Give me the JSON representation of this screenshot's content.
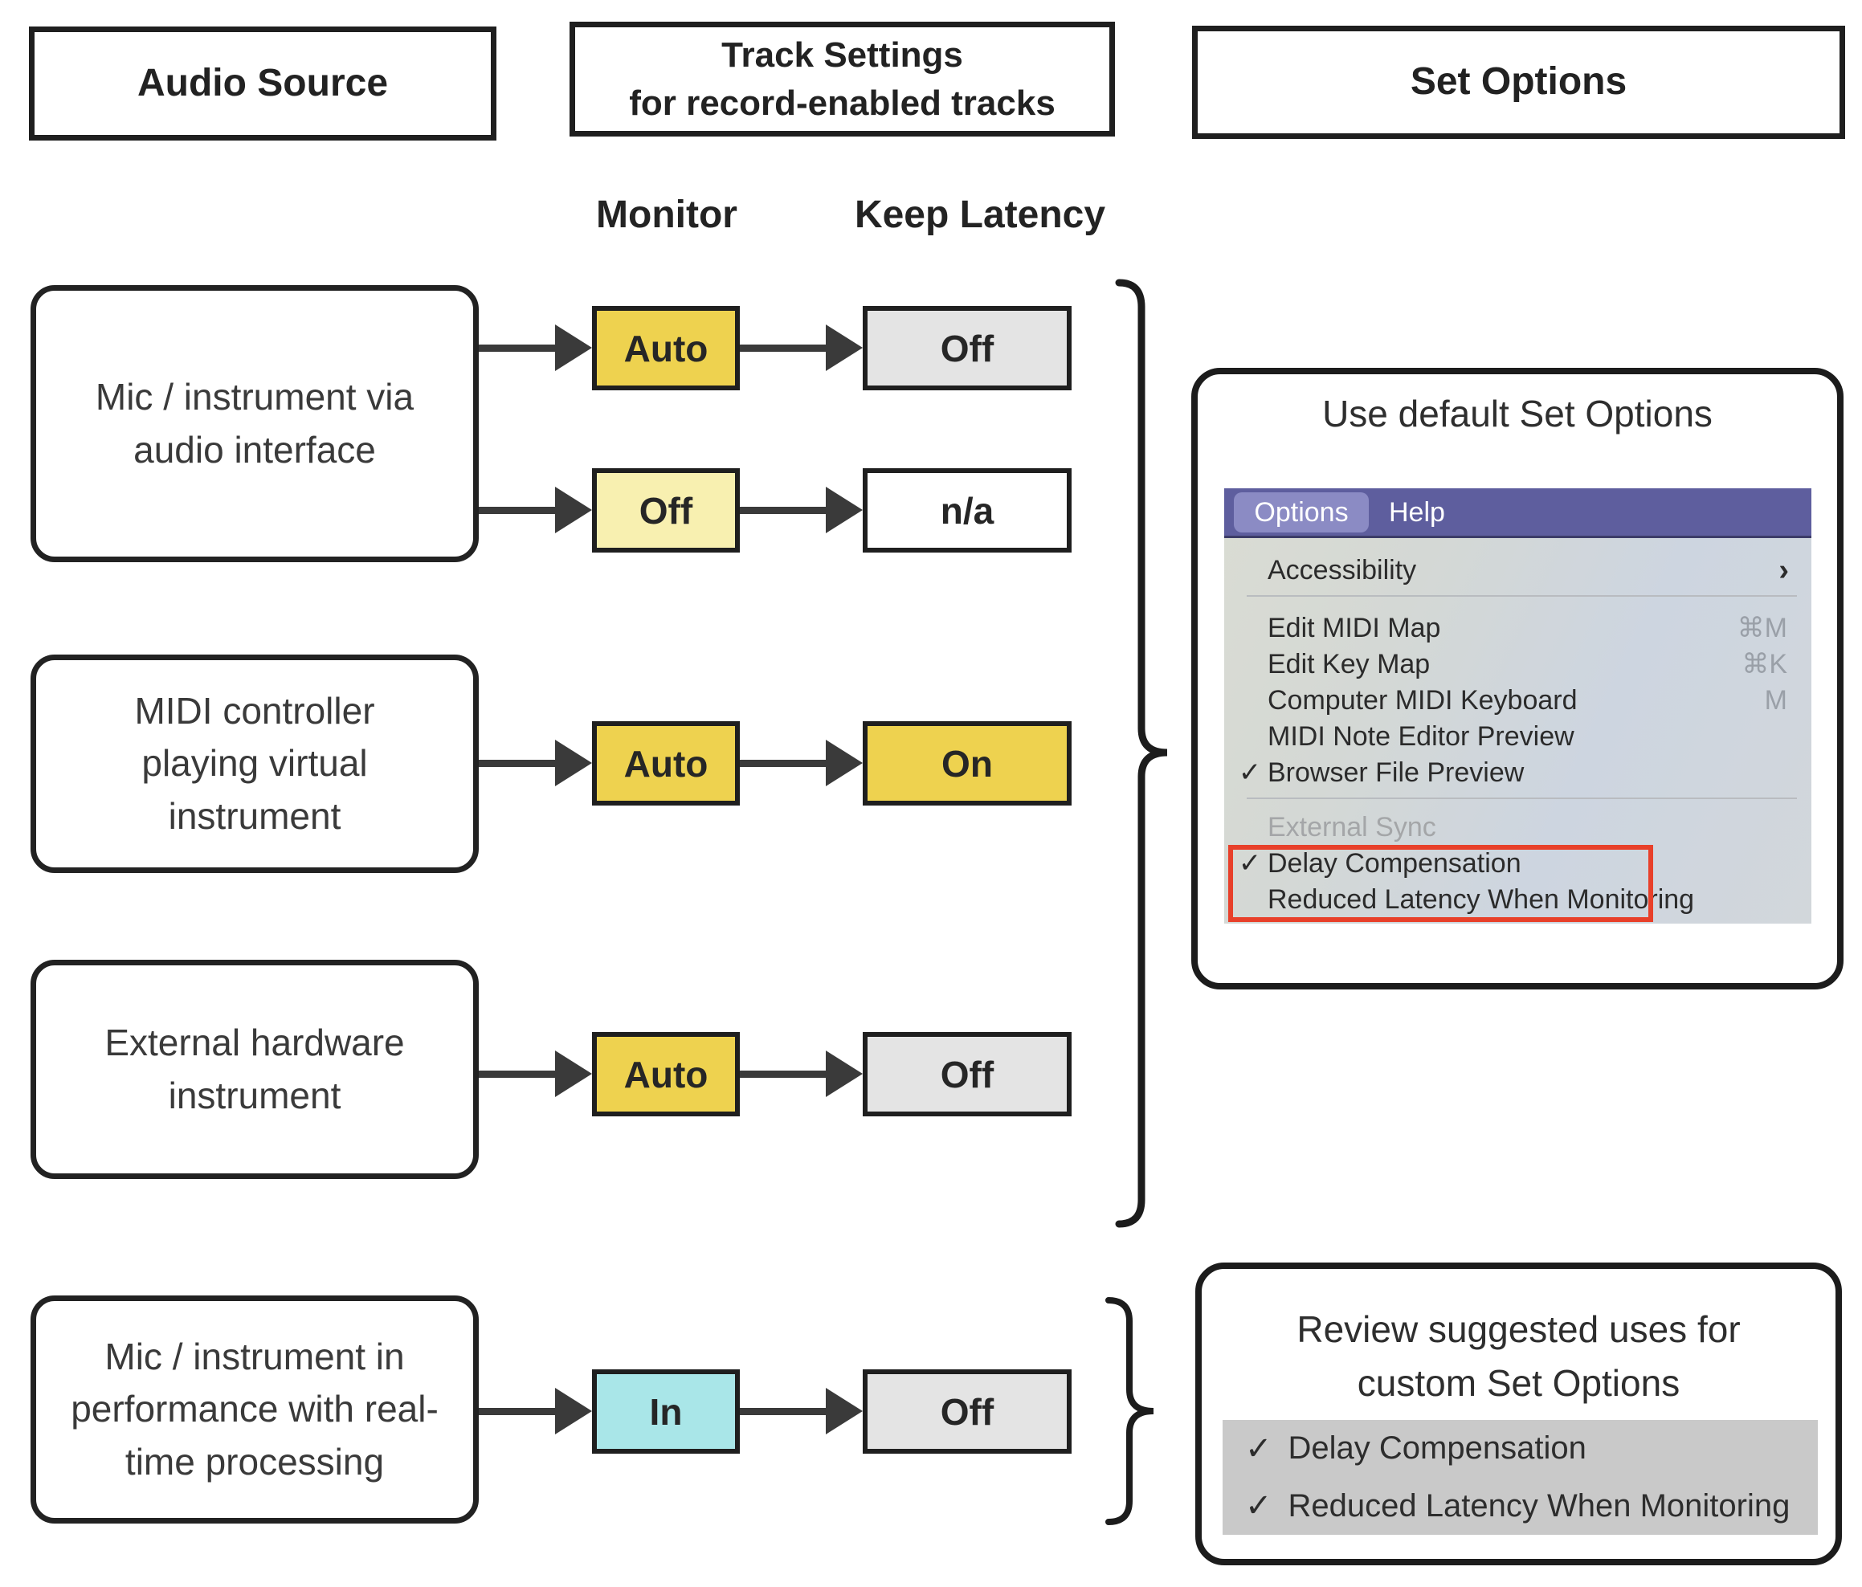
{
  "headers": {
    "audio_source": "Audio Source",
    "track_settings_line1": "Track Settings",
    "track_settings_line2": "for record-enabled tracks",
    "set_options": "Set Options"
  },
  "columns": {
    "monitor": "Monitor",
    "keep_latency": "Keep Latency"
  },
  "sources": [
    {
      "label": "Mic / instrument via audio interface"
    },
    {
      "label": "MIDI controller playing virtual instrument"
    },
    {
      "label": "External hardware instrument"
    },
    {
      "label": "Mic / instrument in performance with real-time processing"
    }
  ],
  "rows": [
    {
      "monitor": "Auto",
      "monitor_color": "#eed24f",
      "keep": "Off",
      "keep_color": "#e4e4e4"
    },
    {
      "monitor": "Off",
      "monitor_color": "#f8f0b0",
      "keep": "n/a",
      "keep_color": "#ffffff"
    },
    {
      "monitor": "Auto",
      "monitor_color": "#eed24f",
      "keep": "On",
      "keep_color": "#eed24f"
    },
    {
      "monitor": "Auto",
      "monitor_color": "#eed24f",
      "keep": "Off",
      "keep_color": "#e4e4e4"
    },
    {
      "monitor": "In",
      "monitor_color": "#a9e6e8",
      "keep": "Off",
      "keep_color": "#e4e4e4"
    }
  ],
  "default_panel": {
    "title": "Use default Set Options",
    "menubar": {
      "options": "Options",
      "help": "Help"
    },
    "menu_items": [
      {
        "label": "Accessibility",
        "chevron": "›"
      },
      {
        "label": "Edit MIDI Map",
        "shortcut": "⌘M"
      },
      {
        "label": "Edit Key Map",
        "shortcut": "⌘K"
      },
      {
        "label": "Computer MIDI Keyboard",
        "shortcut": "M"
      },
      {
        "label": "MIDI Note Editor Preview"
      },
      {
        "label": "Browser File Preview",
        "check": "✓"
      },
      {
        "label": "External Sync"
      },
      {
        "label": "Delay Compensation",
        "check": "✓"
      },
      {
        "label": "Reduced Latency When Monitoring"
      }
    ]
  },
  "custom_panel": {
    "title": "Review suggested uses for custom Set Options",
    "items": [
      {
        "check": "✓",
        "label": "Delay Compensation"
      },
      {
        "check": "✓",
        "label": "Reduced Latency When Monitoring"
      }
    ]
  },
  "colors": {
    "auto_yellow": "#eed24f",
    "pale_yellow": "#f8f0b0",
    "gray_off": "#e4e4e4",
    "white": "#ffffff",
    "cyan_in": "#a9e6e8",
    "menubar_purple": "#5e5e9e",
    "options_pill": "#8b8bc4",
    "highlight_red": "#e8402a",
    "panel_gray": "#c9c9c9"
  }
}
